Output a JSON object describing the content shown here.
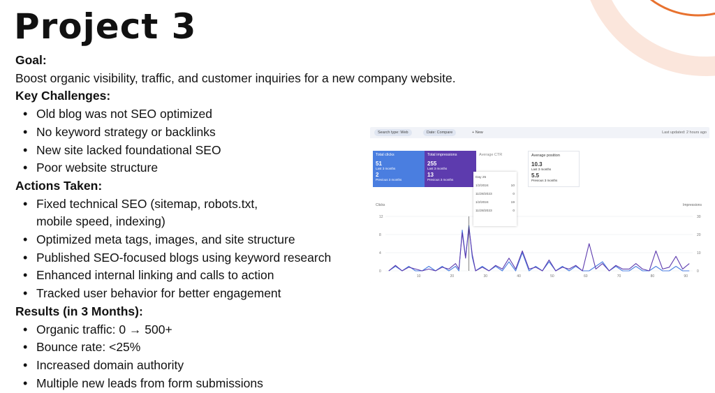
{
  "title": "Project 3",
  "goal": {
    "heading": "Goal:",
    "text": "Boost organic visibility, traffic, and customer inquiries for a new company website."
  },
  "challenges": {
    "heading": "Key Challenges:",
    "items": [
      "Old blog was not SEO optimized",
      "No keyword strategy or backlinks",
      "New site lacked foundational SEO",
      "Poor website structure"
    ]
  },
  "actions": {
    "heading": "Actions Taken:",
    "item0_line1": "Fixed technical SEO (sitemap, robots.txt,",
    "item0_line2": "mobile speed, indexing)",
    "items": [
      "Optimized meta tags, images, and site structure",
      "Published SEO-focused blogs using keyword research",
      "Enhanced internal linking and calls to action",
      "Tracked user behavior for better engagement"
    ]
  },
  "results": {
    "heading": "Results (in 3 Months):",
    "items": [
      "Organic traffic: 0 → 500+",
      "Bounce rate: <25%",
      "Increased domain authority",
      "Multiple new leads from form submissions"
    ]
  },
  "screenshot": {
    "search_type": "Search type: Web",
    "date": "Date: Compare",
    "new": "+  New",
    "last_updated": "Last updated: 2 hours ago",
    "cards": {
      "clicks": {
        "label": "Total clicks",
        "value1": "51",
        "sub1": "Last 3 months",
        "value2": "2",
        "sub2": "Previous 3 months"
      },
      "impressions": {
        "label": "Total impressions",
        "value1": "255",
        "sub1": "Last 3 months",
        "value2": "13",
        "sub2": "Previous 3 months"
      },
      "ctr": {
        "label": "Average CTR"
      },
      "position": {
        "label": "Average position",
        "value1": "10.3",
        "sub1": "Last 3 months",
        "value2": "5.5",
        "sub2": "Previous 3 months"
      }
    },
    "tooltip": {
      "header": "Day 25",
      "rows": [
        {
          "date": "1/2/2024",
          "value": "10"
        },
        {
          "date": "11/28/2023",
          "value": "0"
        },
        {
          "date": "1/2/2024",
          "value": "19"
        },
        {
          "date": "11/28/2023",
          "value": "0"
        }
      ]
    },
    "colors": {
      "clicks": "#4a7ee0",
      "impressions": "#5d3bae"
    }
  },
  "chart_data": {
    "type": "line",
    "left_axis_label": "Clicks",
    "right_axis_label": "Impressions",
    "left_ticks": [
      "0",
      "4",
      "8",
      "12"
    ],
    "right_ticks": [
      "0",
      "10",
      "20",
      "30"
    ],
    "x_ticks": [
      "10",
      "20",
      "30",
      "40",
      "50",
      "60",
      "70",
      "80",
      "90"
    ],
    "ylim_left": [
      0,
      12
    ],
    "ylim_right": [
      0,
      30
    ],
    "x": [
      1,
      3,
      5,
      7,
      9,
      11,
      13,
      15,
      17,
      19,
      21,
      22,
      23,
      24,
      25,
      26,
      27,
      29,
      31,
      33,
      35,
      37,
      39,
      41,
      43,
      45,
      47,
      49,
      51,
      53,
      55,
      57,
      59,
      61,
      63,
      65,
      67,
      69,
      71,
      73,
      75,
      77,
      79,
      81,
      83,
      85,
      87,
      89,
      91
    ],
    "series": [
      {
        "name": "Clicks",
        "values": [
          0,
          1,
          0,
          1,
          0,
          0,
          1,
          0,
          1,
          0,
          1,
          0,
          9,
          3,
          10,
          3,
          0,
          1,
          0,
          1,
          0,
          2,
          0,
          4,
          0,
          1,
          0,
          2,
          0,
          1,
          0,
          1,
          0,
          0,
          1,
          2,
          0,
          1,
          0,
          0,
          1,
          0,
          0,
          1,
          0,
          0,
          1,
          0,
          0
        ]
      },
      {
        "name": "Impressions",
        "values": [
          0,
          3,
          0,
          2,
          1,
          0,
          1,
          0,
          2,
          1,
          4,
          1,
          21,
          7,
          24,
          9,
          0,
          2,
          0,
          3,
          1,
          7,
          1,
          11,
          1,
          2,
          0,
          6,
          0,
          2,
          1,
          3,
          0,
          15,
          1,
          4,
          0,
          3,
          1,
          1,
          4,
          1,
          0,
          11,
          1,
          2,
          8,
          1,
          4
        ]
      }
    ]
  }
}
